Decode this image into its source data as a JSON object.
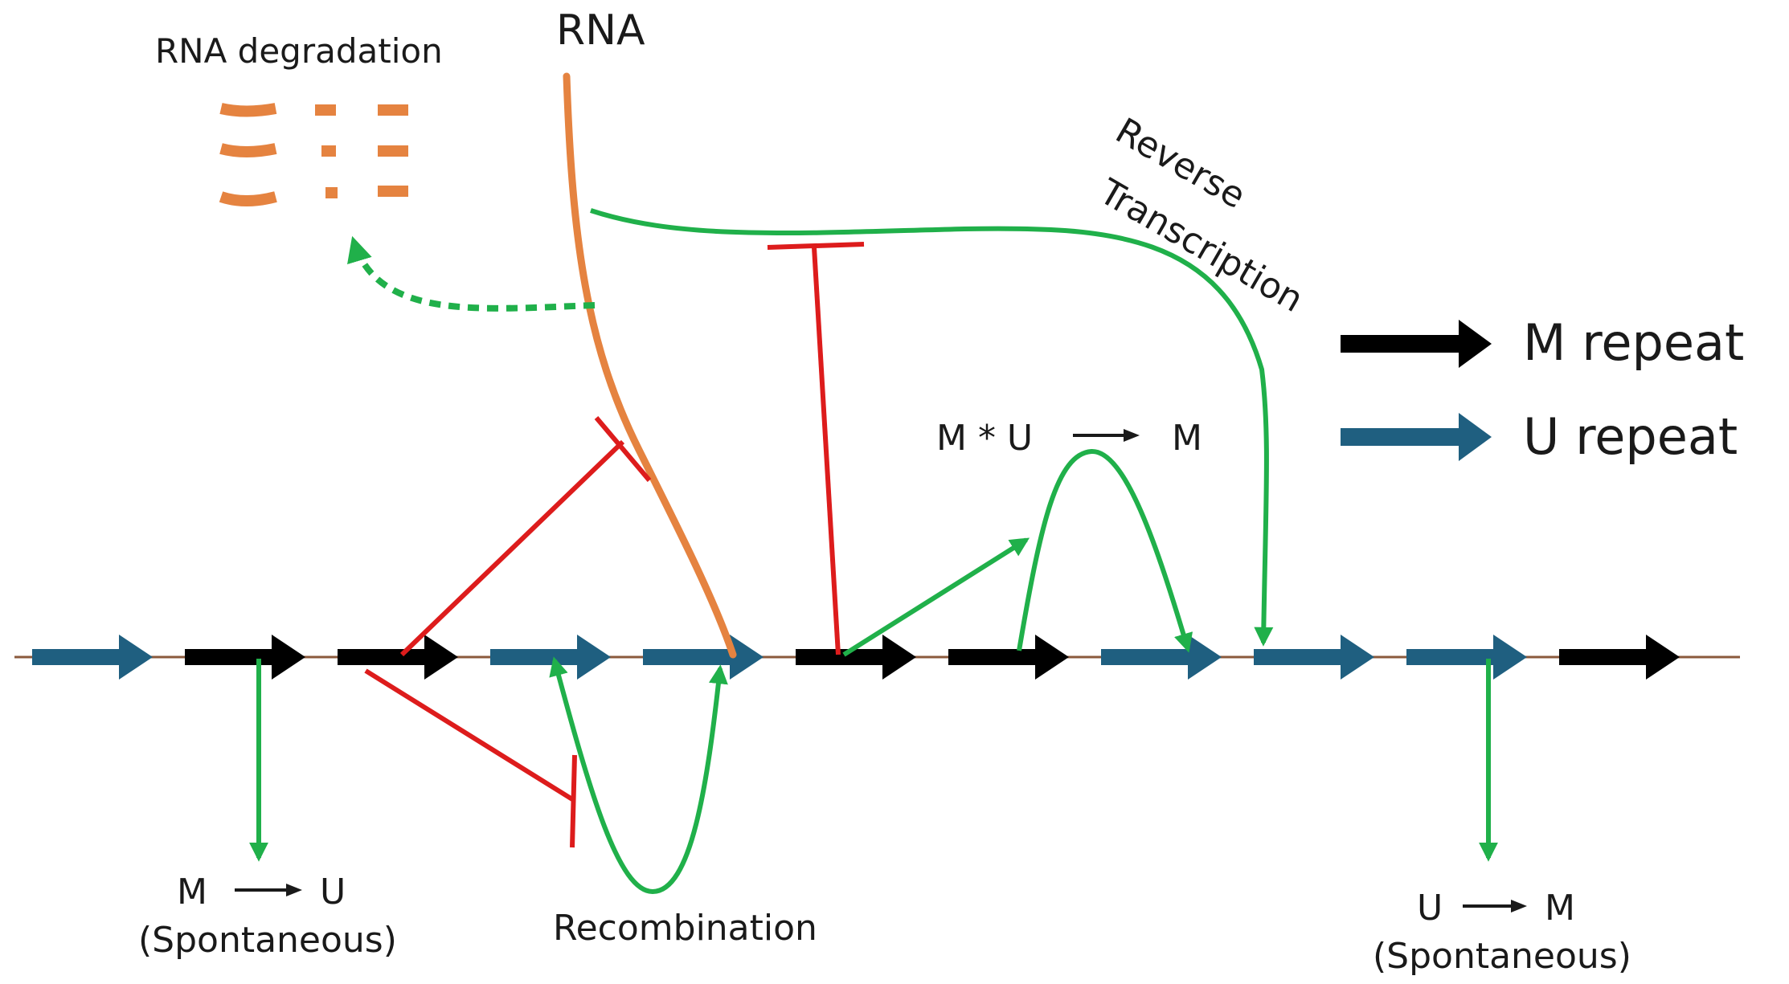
{
  "labels": {
    "rna": "RNA",
    "rna_degradation": "RNA degradation",
    "reverse": "Reverse",
    "transcription": "Transcription",
    "m_star_u": "M * U",
    "m_star_u_result": "M",
    "m_to_u_left": "M",
    "m_to_u_right": "U",
    "spontaneous_left": "(Spontaneous)",
    "recombination": "Recombination",
    "u_to_m_left": "U",
    "u_to_m_right": "M",
    "spontaneous_right": "(Spontaneous)"
  },
  "legend": {
    "m_repeat": "M repeat",
    "u_repeat": "U repeat"
  },
  "repeat_sequence": [
    "U",
    "M",
    "M",
    "U",
    "U",
    "M",
    "M",
    "U",
    "U",
    "U",
    "M"
  ],
  "colors": {
    "m_repeat": "#000000",
    "u_repeat": "#1f5f80",
    "rna": "#e58340",
    "promote": "#20b04a",
    "inhibit": "#dd1c1c",
    "baseline": "#8b5a3c"
  },
  "icons": [
    "arrow-head-icon",
    "inhibition-bar-icon"
  ]
}
